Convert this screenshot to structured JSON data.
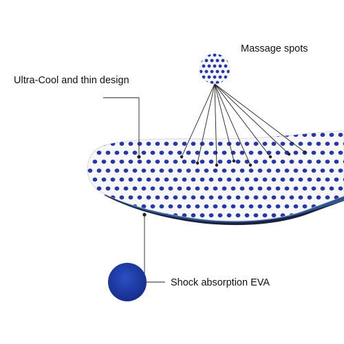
{
  "annotations": {
    "massage": "Massage spots",
    "cool": "Ultra-Cool and thin design",
    "eva": "Shock absorption EVA"
  },
  "colors": {
    "dot_blue": "#2638a8",
    "insole_white": "#f7f7f9",
    "eva_blue": "#1c3aa6",
    "edge_navy": "#1a2040",
    "leader_line": "#222222"
  },
  "icons": {
    "massage_spot_swatch": "dotted-circle",
    "eva_swatch": "blue-circle"
  }
}
